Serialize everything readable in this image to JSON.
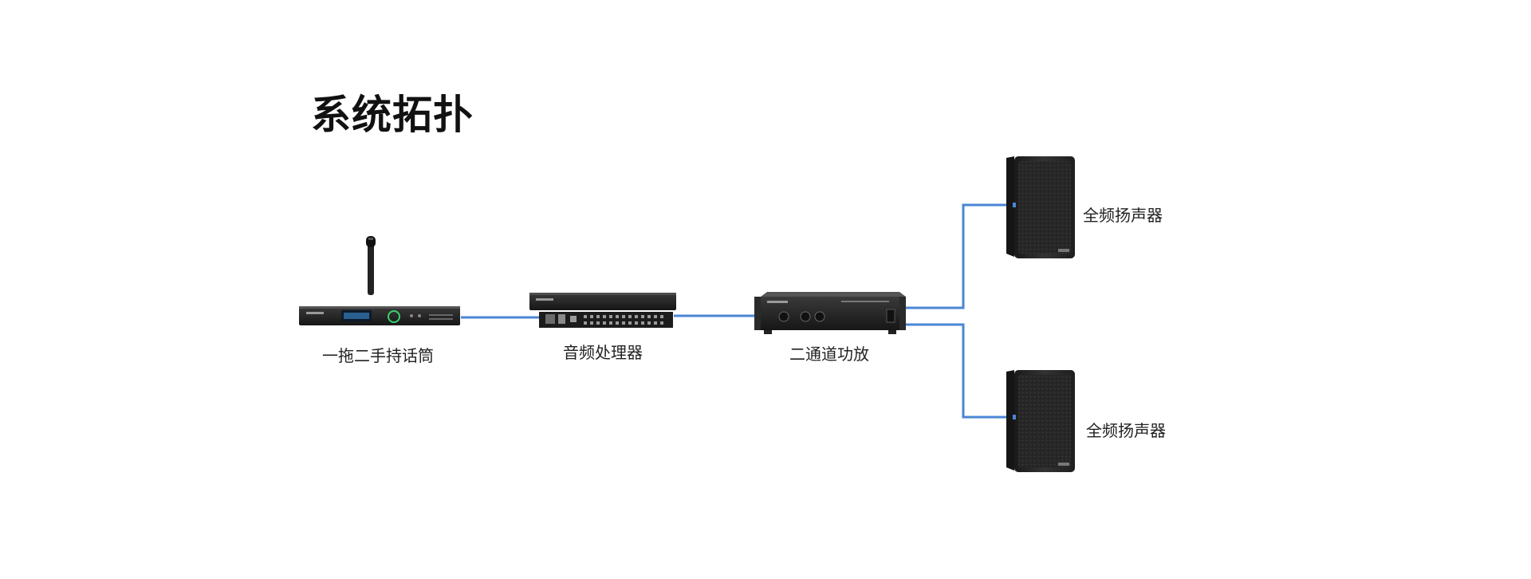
{
  "title": "系统拓扑",
  "cable_color": "#4a86d4",
  "devices": [
    {
      "name": "一拖二手持话筒",
      "icon": "wireless-mic-receiver-icon"
    },
    {
      "name": "音频处理器",
      "icon": "audio-processor-icon"
    },
    {
      "name": "二通道功放",
      "icon": "power-amplifier-icon"
    },
    {
      "name": "全频扬声器",
      "icon": "speaker-icon"
    },
    {
      "name": "全频扬声器",
      "icon": "speaker-icon"
    }
  ]
}
